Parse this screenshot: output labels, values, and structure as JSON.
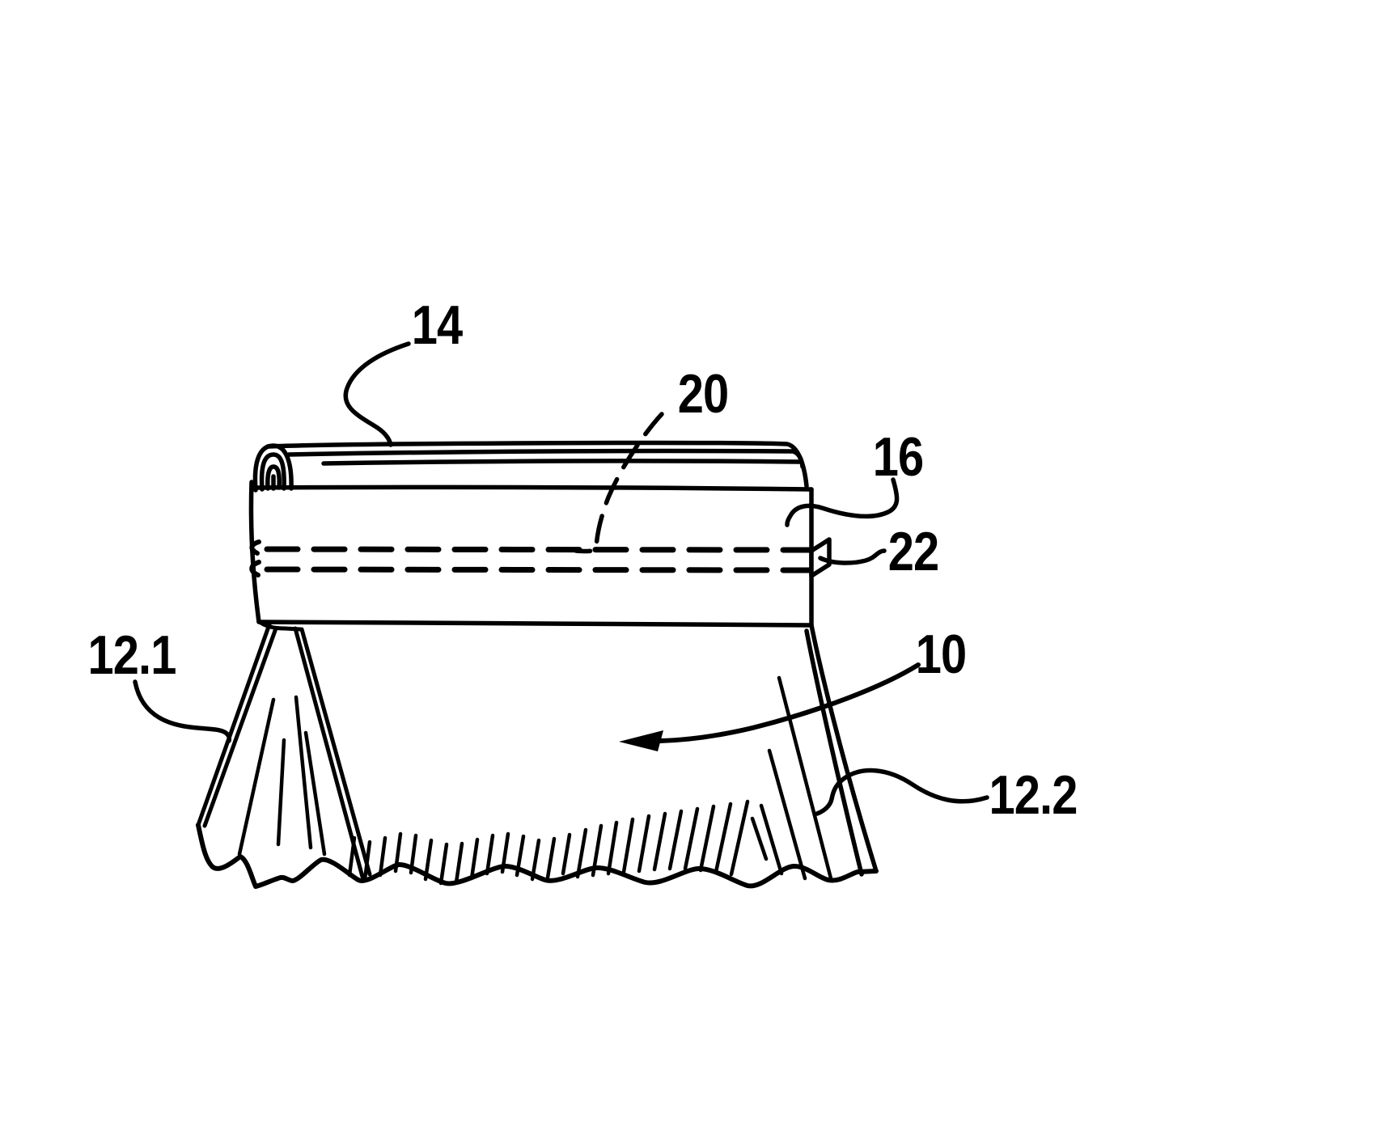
{
  "figure": {
    "kind": "patent-style line drawing",
    "background_color": "#ffffff",
    "ink_color": "#000000"
  },
  "labels": {
    "l14": "14",
    "l20": "20",
    "l16": "16",
    "l22": "22",
    "l12_1": "12.1",
    "l10": "10",
    "l12_2": "12.2"
  }
}
